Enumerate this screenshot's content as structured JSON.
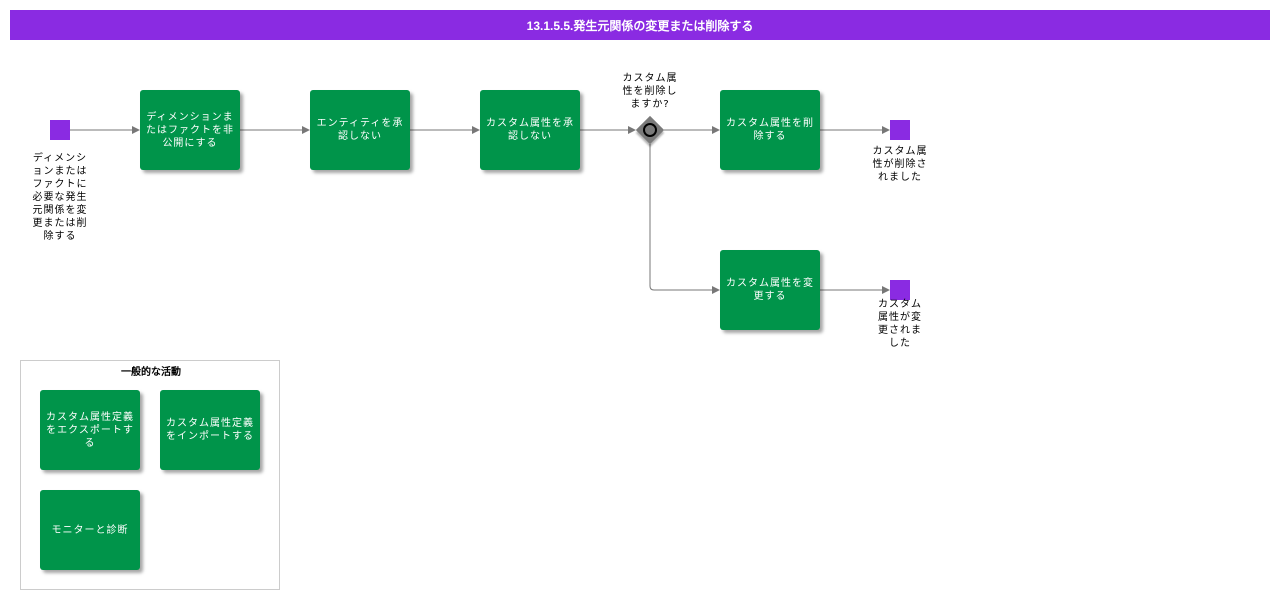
{
  "title": "13.1.5.5.発生元関係の変更または削除する",
  "start_event": {
    "label": "ディメンションまたはファクトに必要な発生元関係を変更または削除する"
  },
  "tasks": [
    {
      "label": "ディメンションまたはファクトを非公開にする"
    },
    {
      "label": "エンティティを承認しない"
    },
    {
      "label": "カスタム属性を承認しない"
    },
    {
      "label": "カスタム属性を削除する"
    },
    {
      "label": "カスタム属性を変更する"
    }
  ],
  "gateway": {
    "question": "カスタム属性を削除しますか?"
  },
  "end_events": [
    {
      "label": "カスタム属性が削除されました"
    },
    {
      "label": "カスタム属性が変更されました"
    }
  ],
  "group": {
    "title": "一般的な活動",
    "tasks": [
      {
        "label": "カスタム属性定義をエクスポートする"
      },
      {
        "label": "カスタム属性定義をインポートする"
      },
      {
        "label": "モニターと診断"
      }
    ]
  },
  "colors": {
    "title_bar": "#8a2be2",
    "task": "#00944a",
    "event": "#8a2be2",
    "gateway": "#7a7a7a",
    "connector": "#777777"
  }
}
